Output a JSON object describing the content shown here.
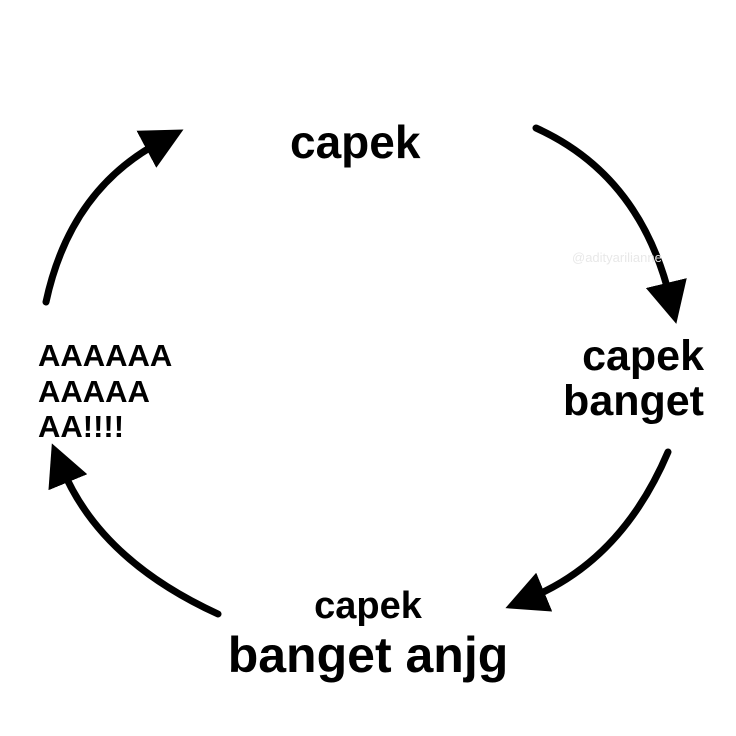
{
  "diagram": {
    "top_label": "capek",
    "right_label": [
      "capek",
      "banget"
    ],
    "bottom_label": [
      "capek",
      "banget anjg"
    ],
    "left_label": [
      "AAAAAA",
      "AAAAA",
      "AA!!!!"
    ],
    "watermark": "@adityarilianne",
    "arrow_color": "#000000",
    "background_color": "#ffffff"
  }
}
